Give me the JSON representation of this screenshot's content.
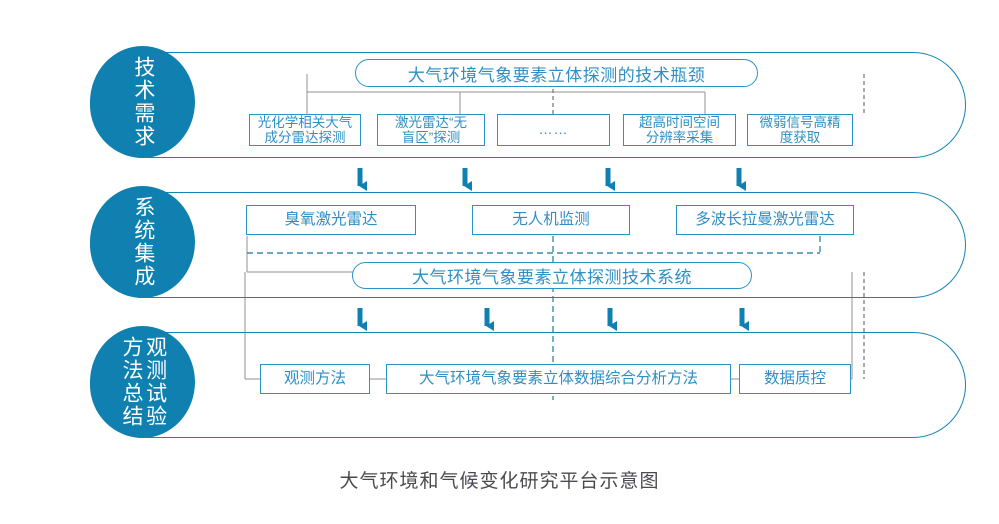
{
  "diagram": {
    "caption": "大气环境和气候变化研究平台示意图",
    "accent_circle_color": "#0f80b0",
    "accent_line_color": "#1384b5",
    "box_border_color": "#2a93c8",
    "box_text_color": "#2f8fc4",
    "caption_color": "#4a4a52",
    "bands": [
      {
        "id": "band-requirements",
        "circle_label": "技术需求",
        "circle_columns": [
          "技术需求"
        ],
        "headline": "大气环境气象要素立体探测的技术瓶颈",
        "nodes": [
          "光化学相关大气\n成分雷达探测",
          "激光雷达“无\n盲区”探测",
          "……",
          "超高时间空间\n分辨率采集",
          "微弱信号高精\n度获取"
        ]
      },
      {
        "id": "band-integration",
        "circle_label": "系统集成",
        "circle_columns": [
          "系统集成"
        ],
        "headline": "大气环境气象要素立体探测技术系统",
        "nodes": [
          "臭氧激光雷达",
          "无人机监测",
          "多波长拉曼激光雷达"
        ]
      },
      {
        "id": "band-methods",
        "circle_label": "观测试验方法总结",
        "circle_columns": [
          "方法总结",
          "观测试验"
        ],
        "headline": "",
        "nodes": [
          "观测方法",
          "大气环境气象要素立体数据综合分析方法",
          "数据质控"
        ]
      }
    ],
    "arrow_rows": [
      {
        "id": "arrows-row-1",
        "count": 4
      },
      {
        "id": "arrows-row-2",
        "count": 4
      }
    ]
  }
}
